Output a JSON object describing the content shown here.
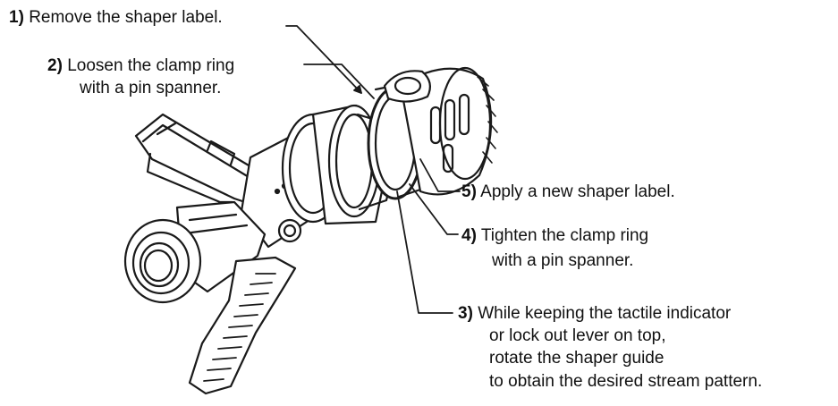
{
  "steps": [
    {
      "number": "1)",
      "lines": [
        "Remove the shaper label."
      ]
    },
    {
      "number": "2)",
      "lines": [
        "Loosen the clamp ring",
        "with a pin spanner."
      ]
    },
    {
      "number": "3)",
      "lines": [
        "While keeping the tactile indicator",
        "or lock out lever on top,",
        "rotate the shaper guide",
        "to obtain the desired stream pattern."
      ]
    },
    {
      "number": "4)",
      "lines": [
        "Tighten the clamp ring",
        "with a pin spanner."
      ]
    },
    {
      "number": "5)",
      "lines": [
        "Apply a new shaper label."
      ]
    }
  ]
}
